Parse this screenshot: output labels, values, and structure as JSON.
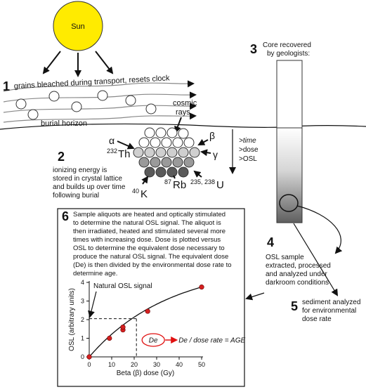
{
  "sun": {
    "label": "Sun"
  },
  "step1": {
    "number": "1",
    "text": "grains bleached during transport, resets clock"
  },
  "burial_horizon": "burial horizon",
  "cosmic_rays": [
    "cosmic",
    "rays"
  ],
  "radiation": {
    "alpha": "α",
    "beta": "β",
    "gamma": "γ"
  },
  "isotopes": {
    "th": {
      "mass": "232",
      "symbol": "Th"
    },
    "k": {
      "mass": "40",
      "symbol": "K"
    },
    "rb": {
      "mass": "87",
      "symbol": "Rb"
    },
    "u": {
      "mass": "235, 238",
      "symbol": "U"
    }
  },
  "time_arrow": [
    ">time",
    ">dose",
    ">OSL"
  ],
  "step2": {
    "number": "2",
    "lines": [
      "ionizing energy is",
      "stored in crystal lattice",
      "and builds up over time",
      "following burial"
    ]
  },
  "step3": {
    "number": "3",
    "lines": [
      "Core recovered",
      "by geologists:"
    ]
  },
  "step4": {
    "number": "4",
    "lines": [
      "OSL sample",
      "extracted, processed",
      "and analyzed under",
      "darkroom conditions"
    ]
  },
  "step5": {
    "number": "5",
    "lines": [
      "sediment analyzed",
      "for environmental",
      "dose rate"
    ]
  },
  "step6": {
    "number": "6",
    "lines": [
      "Sample aliquots are heated and optically stimulated",
      "to determine the natural OSL signal.  The aliquot is",
      "then irradiated, heated and stimulated several more",
      "times with increasing dose.  Dose is plotted versus",
      "OSL to determine the equivalent dose necessary to",
      "produce the natural OSL signal.  The equivalent dose",
      "(De) is then divided by the environmental dose rate to",
      "determine age."
    ]
  },
  "chart_data": {
    "type": "scatter",
    "xlabel": "Beta (β) dose (Gy)",
    "ylabel": "OSL (arbitrary units)",
    "x_ticks": [
      0,
      10,
      20,
      30,
      40,
      50
    ],
    "y_ticks": [
      0,
      1,
      2,
      3,
      4
    ],
    "xlim": [
      0,
      50
    ],
    "ylim": [
      0,
      4
    ],
    "points": [
      {
        "x": 0,
        "y": 0
      },
      {
        "x": 9,
        "y": 1.0
      },
      {
        "x": 15,
        "y": 1.45
      },
      {
        "x": 15,
        "y": 1.6
      },
      {
        "x": 26,
        "y": 2.45
      },
      {
        "x": 50,
        "y": 3.75
      }
    ],
    "natural_signal": {
      "label": "Natural OSL signal",
      "y": 2.05
    },
    "equivalent_dose": {
      "x": 21,
      "label": "De"
    },
    "age_formula": "De / dose rate = AGE",
    "point_color": "#d42020",
    "arrow_color": "#e01010"
  }
}
